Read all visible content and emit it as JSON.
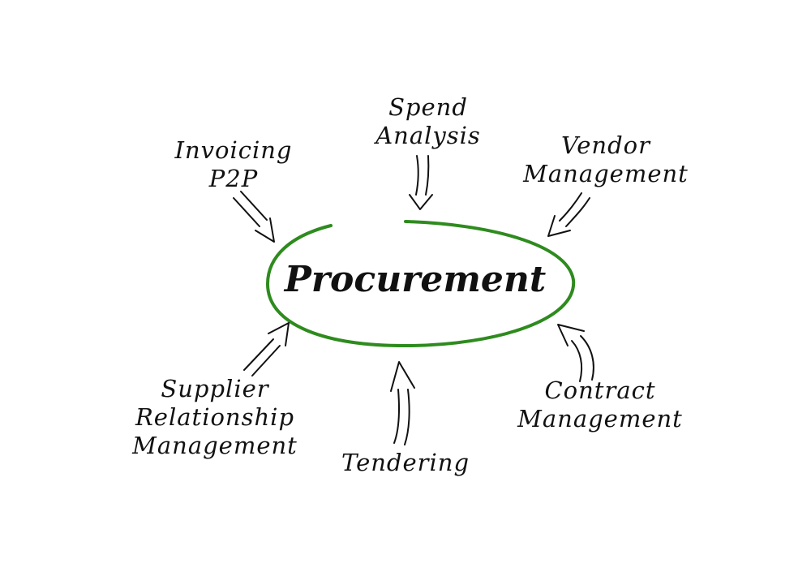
{
  "center": {
    "label": "Procurement",
    "ring_color": "#2e8b1e"
  },
  "nodes": [
    {
      "id": "spend",
      "lines": [
        "Spend",
        "Analysis"
      ]
    },
    {
      "id": "invoicing",
      "lines": [
        "Invoicing",
        "P2P"
      ]
    },
    {
      "id": "vendor",
      "lines": [
        "Vendor",
        "Management"
      ]
    },
    {
      "id": "supplier",
      "lines": [
        "Supplier",
        "Relationship",
        "Management"
      ]
    },
    {
      "id": "tendering",
      "lines": [
        "Tendering"
      ]
    },
    {
      "id": "contract",
      "lines": [
        "Contract",
        "Management"
      ]
    }
  ]
}
